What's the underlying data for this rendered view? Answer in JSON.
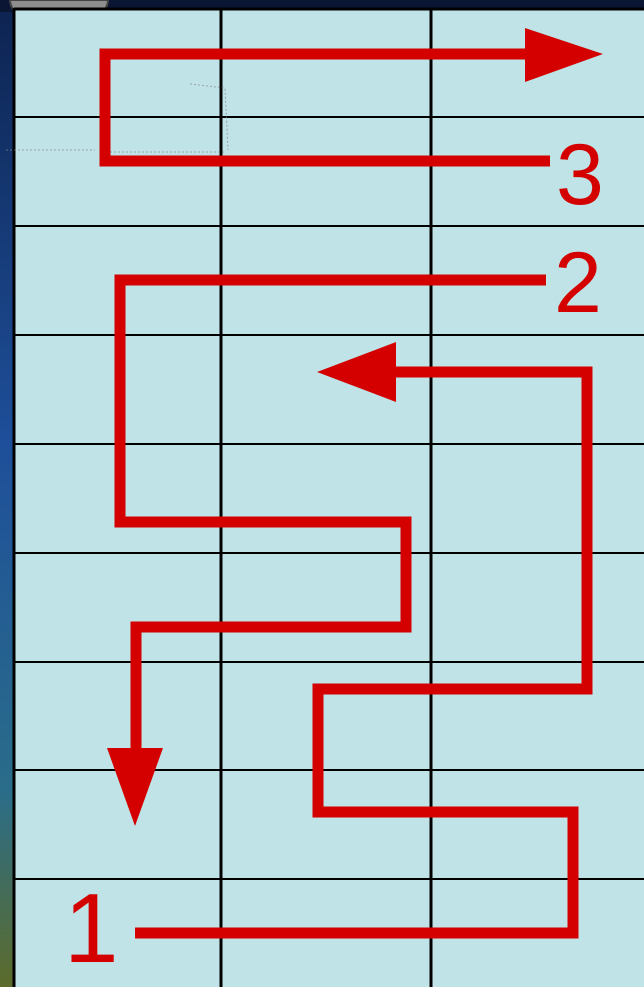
{
  "labels": {
    "path_1": "1",
    "path_2": "2",
    "path_3": "3"
  },
  "colors": {
    "grid_fill": "#bfe3e6",
    "grid_line": "#000000",
    "arrow": "#d40000",
    "background_dark": "#0b1a3a",
    "background_blue": "#1e4f9a"
  },
  "grid": {
    "columns": 3,
    "rows": 9
  }
}
